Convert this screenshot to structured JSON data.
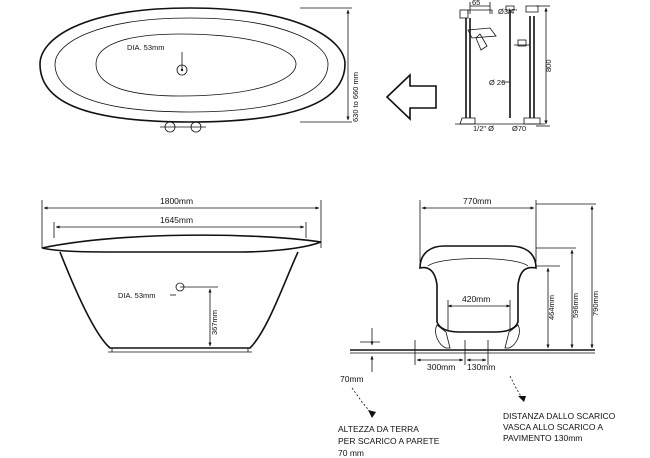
{
  "top_view": {
    "drain_label": "DIA. 53mm",
    "width_label": "630 to 660 mm"
  },
  "tap_view": {
    "dim_65": "65",
    "dim_pipe": "Ø3/4\"",
    "dim_26": "Ø 26",
    "dim_800": "800",
    "dim_half": "1/2\" Ø",
    "dim_70": "Ø70"
  },
  "side_view": {
    "overall_length": "1800mm",
    "inner_length": "1645mm",
    "drain_label": "DIA. 53mm",
    "drain_height": "367mm"
  },
  "end_view": {
    "overall_width": "770mm",
    "feet_span": "420mm",
    "height_464": "464mm",
    "height_596": "596mm",
    "height_790": "790mm",
    "floor_gap": "70mm",
    "dist_300": "300mm",
    "dist_130": "130mm"
  },
  "notes": {
    "note_wall": [
      "ALTEZZA DA TERRA",
      "PER SCARICO A PARETE",
      "70 mm"
    ],
    "note_floor": [
      "DISTANZA DALLO SCARICO",
      "VASCA ALLO  SCARICO A",
      "PAVIMENTO 130mm"
    ]
  }
}
